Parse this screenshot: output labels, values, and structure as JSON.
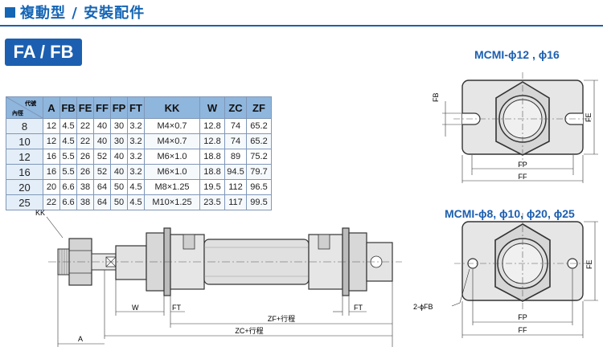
{
  "header": {
    "title": "複動型 / 安裝配件"
  },
  "model_tag": "FA / FB",
  "table": {
    "corner_top": "代號",
    "corner_bottom": "內徑",
    "columns": [
      "A",
      "FB",
      "FE",
      "FF",
      "FP",
      "FT",
      "KK",
      "W",
      "ZC",
      "ZF"
    ],
    "rows": [
      {
        "size": "8",
        "vals": [
          "12",
          "4.5",
          "22",
          "40",
          "30",
          "3.2",
          "M4×0.7",
          "12.8",
          "74",
          "65.2"
        ]
      },
      {
        "size": "10",
        "vals": [
          "12",
          "4.5",
          "22",
          "40",
          "30",
          "3.2",
          "M4×0.7",
          "12.8",
          "74",
          "65.2"
        ]
      },
      {
        "size": "12",
        "vals": [
          "16",
          "5.5",
          "26",
          "52",
          "40",
          "3.2",
          "M6×1.0",
          "18.8",
          "89",
          "75.2"
        ]
      },
      {
        "size": "16",
        "vals": [
          "16",
          "5.5",
          "26",
          "52",
          "40",
          "3.2",
          "M6×1.0",
          "18.8",
          "94.5",
          "79.7"
        ]
      },
      {
        "size": "20",
        "vals": [
          "20",
          "6.6",
          "38",
          "64",
          "50",
          "4.5",
          "M8×1.25",
          "19.5",
          "112",
          "96.5"
        ]
      },
      {
        "size": "25",
        "vals": [
          "22",
          "6.6",
          "38",
          "64",
          "50",
          "4.5",
          "M10×1.25",
          "23.5",
          "117",
          "99.5"
        ]
      }
    ]
  },
  "diagram_top": {
    "title": "MCMI-ϕ12 , ϕ16",
    "fb": "FB",
    "fe": "FE",
    "fp": "FP",
    "ff": "FF"
  },
  "diagram_bottom": {
    "title": "MCMI-ϕ8, ϕ10, ϕ20, ϕ25",
    "hole": "2-ϕFB",
    "fe": "FE",
    "fp": "FP",
    "ff": "FF"
  },
  "cylinder": {
    "kk": "KK",
    "w": "W",
    "ft1": "FT",
    "ft2": "FT",
    "zf": "ZF+行程",
    "zc": "ZC+行程",
    "a": "A"
  }
}
